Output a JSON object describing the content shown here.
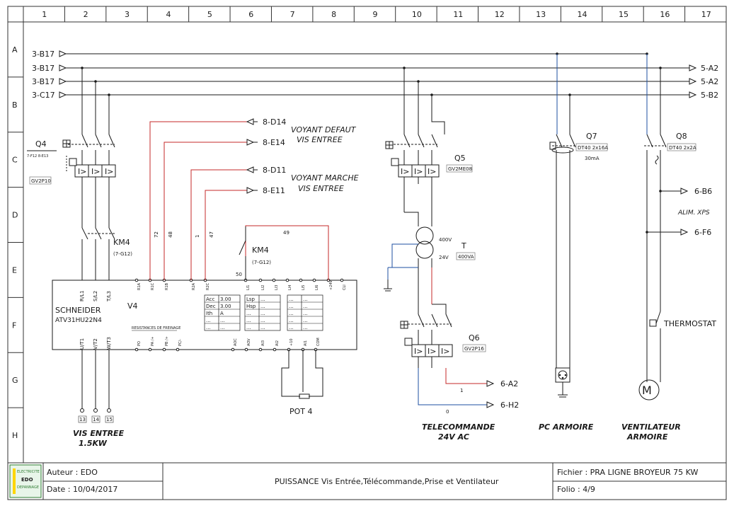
{
  "grid": {
    "columns": [
      "1",
      "2",
      "3",
      "4",
      "5",
      "6",
      "7",
      "8",
      "9",
      "10",
      "11",
      "12",
      "13",
      "14",
      "15",
      "16",
      "17"
    ],
    "rows": [
      "A",
      "B",
      "C",
      "D",
      "E",
      "F",
      "G",
      "H"
    ]
  },
  "busbars": {
    "left": [
      "3-B17",
      "3-B17",
      "3-B17",
      "3-C17"
    ],
    "right": [
      "5-A2",
      "5-A2",
      "5-B2"
    ]
  },
  "signals": {
    "voyant_defaut_refs": [
      "8-D14",
      "8-E14"
    ],
    "voyant_defaut_text": [
      "VOYANT DEFAUT",
      "VIS ENTREE"
    ],
    "voyant_marche_refs": [
      "8-D11",
      "8-E11"
    ],
    "voyant_marche_text": [
      "VOYANT MARCHE",
      "VIS ENTREE"
    ],
    "wire_numbers": [
      "72",
      "48",
      "1",
      "47"
    ],
    "km4_wire": "49",
    "km4_wire_50": "50"
  },
  "components": {
    "q4": {
      "name": "Q4",
      "refs": "7-F12 8-E13",
      "type": "GV2P10"
    },
    "km4_power": {
      "name": "KM4",
      "ref": "(7-G12)"
    },
    "km4_aux": {
      "name": "KM4",
      "ref": "(7-G12)"
    },
    "q5": {
      "name": "Q5",
      "type": "GV2ME08"
    },
    "transformer": {
      "name": "T",
      "rating": "400VA",
      "primary": "400V",
      "secondary": "24V"
    },
    "q6": {
      "name": "Q6",
      "type": "GV2P16"
    },
    "q7": {
      "name": "Q7",
      "rating": "DT40 2x16A",
      "sens": "30mA"
    },
    "q8": {
      "name": "Q8",
      "rating": "DT40 2x2A"
    },
    "thermostat": "THERMOSTAT",
    "alim": "ALIM. XPS"
  },
  "drive": {
    "brand": "SCHNEIDER",
    "model": "ATV31HU22N4",
    "name": "V4",
    "inputs": [
      "R/L1",
      "S/L2",
      "T/L3"
    ],
    "outputs": [
      "U/T1",
      "V/T2",
      "W/T3"
    ],
    "relays_top": [
      "R1A",
      "R1C",
      "R1B",
      "R2A",
      "R2C",
      "LI1",
      "LI2",
      "LI3",
      "LI4",
      "LI5",
      "LI6",
      "+24V",
      "CLI"
    ],
    "terms_bottom": [
      "PO",
      "PA /+",
      "PB /+",
      "PC/-",
      "AOC",
      "AOV",
      "AI3",
      "AI2",
      "+10",
      "AI1",
      "COM"
    ],
    "brake_label": "RESISTANCES DE FREINAGE",
    "params1": [
      [
        "Acc",
        "3.00"
      ],
      [
        "Dec",
        "3.00"
      ],
      [
        "Ith",
        "A"
      ],
      [
        "...",
        "..."
      ],
      [
        "...",
        "..."
      ]
    ],
    "params2": [
      [
        "Lsp",
        "..."
      ],
      [
        "Hsp",
        "..."
      ],
      [
        "...",
        "..."
      ],
      [
        "...",
        "..."
      ],
      [
        "...",
        "..."
      ]
    ],
    "params3": [
      [
        "...",
        "..."
      ],
      [
        "...",
        "..."
      ],
      [
        "...",
        "..."
      ],
      [
        "...",
        "..."
      ],
      [
        "...",
        "..."
      ]
    ]
  },
  "terminals": [
    "13",
    "14",
    "15"
  ],
  "pot": "POT 4",
  "outputs_tc": {
    "refs": [
      "6-A2",
      "6-H2"
    ],
    "wires": [
      "1",
      "0"
    ]
  },
  "outputs_alim": [
    "6-B6",
    "6-F6"
  ],
  "captions": {
    "vis": [
      "VIS ENTREE",
      "1.5KW"
    ],
    "tele": [
      "TELECOMMANDE",
      "24V AC"
    ],
    "pc": "PC ARMOIRE",
    "vent": [
      "VENTILATEUR",
      "ARMOIRE"
    ]
  },
  "titleblock": {
    "logo": [
      "ELECTRICITE",
      "EDO",
      "DEPANNAGE"
    ],
    "author": "Auteur : EDO",
    "date": "Date : 10/04/2017",
    "title": "PUISSANCE Vis Entrée,Télécommande,Prise et Ventilateur",
    "file": "Fichier : PRA LIGNE BROYEUR 75 KW",
    "folio": "Folio : 4/9"
  },
  "colors": {
    "line": "#1a1a1a",
    "red": "#c62828",
    "blue": "#1e4fa0"
  }
}
